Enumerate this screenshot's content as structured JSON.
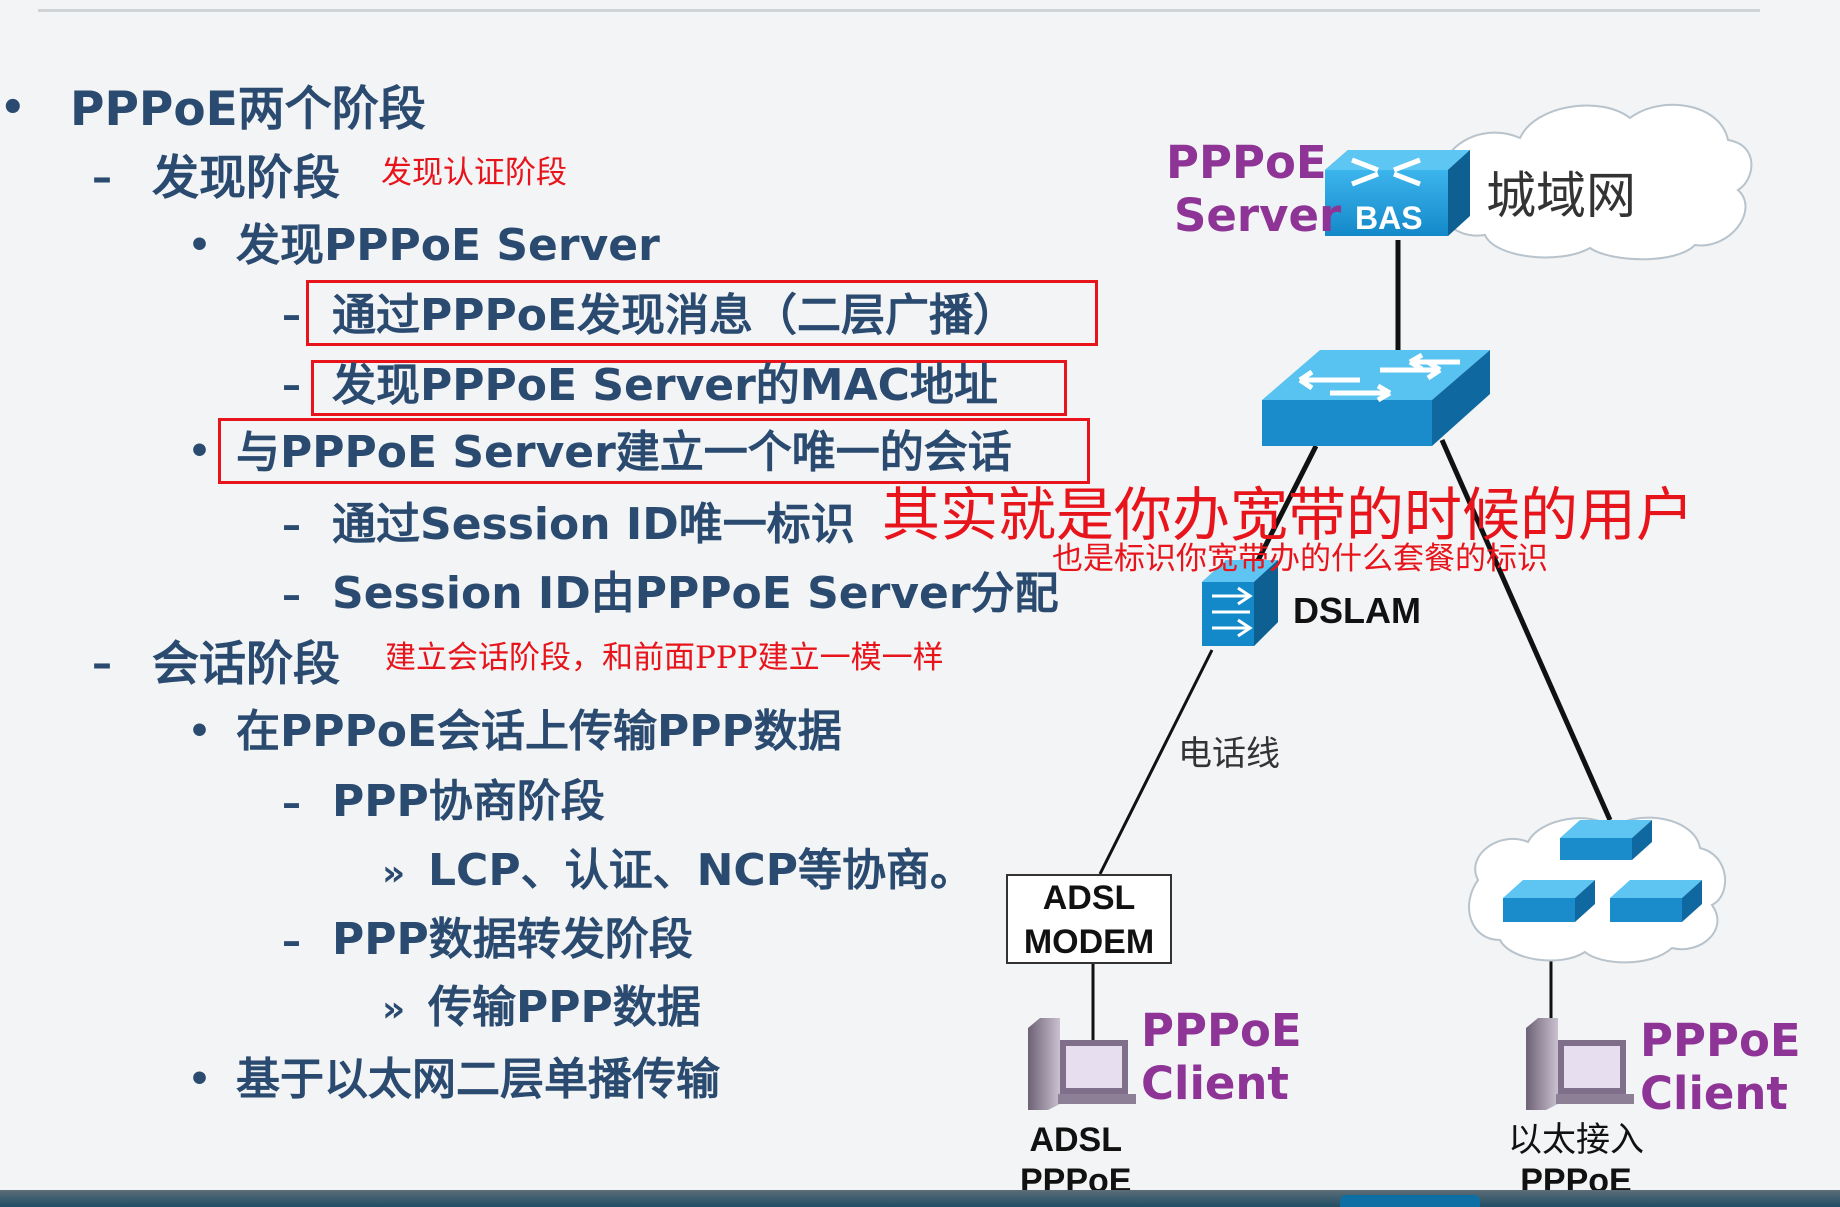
{
  "outline": {
    "title": "PPPoE两个阶段",
    "discovery": "发现阶段",
    "discovery_note": "发现认证阶段",
    "find_server": "发现PPPoE Server",
    "via_discovery_msg": "通过PPPoE发现消息（二层广播）",
    "find_mac": "发现PPPoE Server的MAC地址",
    "unique_session": "与PPPoE Server建立一个唯一的会话",
    "via_session_id": "通过Session ID唯一标识",
    "session_id_alloc": "Session ID由PPPoE Server分配",
    "session_stage": "会话阶段",
    "session_note": "建立会话阶段，和前面PPP建立一模一样",
    "transfer_ppp": "在PPPoE会话上传输PPP数据",
    "ppp_negotiation": "PPP协商阶段",
    "lcp": "LCP、认证、NCP等协商。",
    "ppp_forwarding": "PPP数据转发阶段",
    "transfer_data": "传输PPP数据",
    "unicast": "基于以太网二层单播传输"
  },
  "markers": {
    "bullet": "•",
    "dash": "–",
    "raquo": "»"
  },
  "annotations": {
    "big_note": "其实就是你办宽带的时候的用户",
    "small_note": "也是标识你宽带办的什么套餐的标识"
  },
  "diagram": {
    "pppoe_server_line1": "PPPoE",
    "pppoe_server_line2": "Server",
    "bas": "BAS",
    "metro": "城域网",
    "dslam": "DSLAM",
    "phone_line": "电话线",
    "modem_line1": "ADSL",
    "modem_line2": "MODEM",
    "client_left_line1": "PPPoE",
    "client_left_line2": "Client",
    "client_right_line1": "PPPoE",
    "client_right_line2": "Client",
    "adsl_caption_line1": "ADSL",
    "adsl_caption_line2": "PPPoE",
    "eth_caption_line1": "以太接入",
    "eth_caption_line2": "PPPoE"
  },
  "colors": {
    "text_navy": "#2a4a70",
    "annotation_red": "#e8141b",
    "label_purple": "#8e3496",
    "device_blue": "#1c9ad6"
  },
  "icons": [
    "router-icon",
    "switch-icon",
    "dslam-icon",
    "cloud-icon",
    "computer-icon"
  ]
}
